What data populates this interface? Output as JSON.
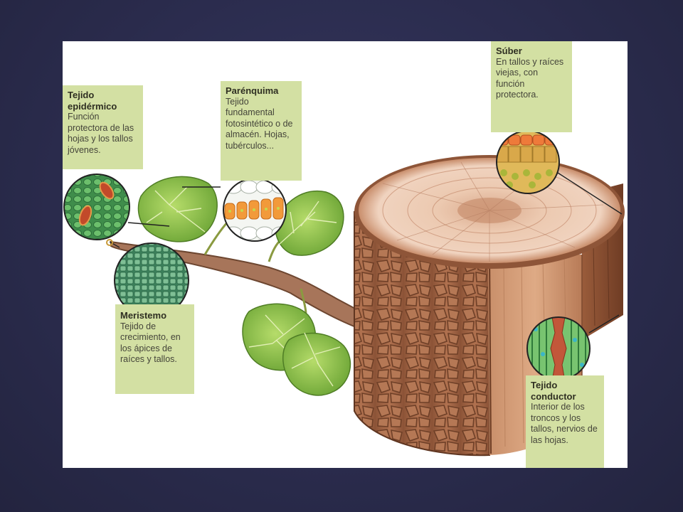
{
  "labels": {
    "epidermico": {
      "title": "Tejido epidérmico",
      "desc": "Función protectora de las hojas y los tallos jóvenes."
    },
    "parenquima": {
      "title": "Parénquima",
      "desc": "Tejido fundamental fotosintético o de almacén. Hojas, tubérculos..."
    },
    "suber": {
      "title": "Súber",
      "desc": "En tallos y raíces viejas, con función protectora."
    },
    "meristemo": {
      "title": "Meristemo",
      "desc": "Tejido de crecimiento, en los ápices de raíces y tallos."
    },
    "conductor": {
      "title": "Tejido conductor",
      "desc": "Interior de los troncos y los tallos, nervios de las hojas."
    }
  },
  "colors": {
    "slide_background": "#2b2c4e",
    "label_background": "#d3e0a3",
    "bark": "#a5694a",
    "wood_cross_section": "#e9c3a8",
    "leaf": "#8fc24a"
  }
}
